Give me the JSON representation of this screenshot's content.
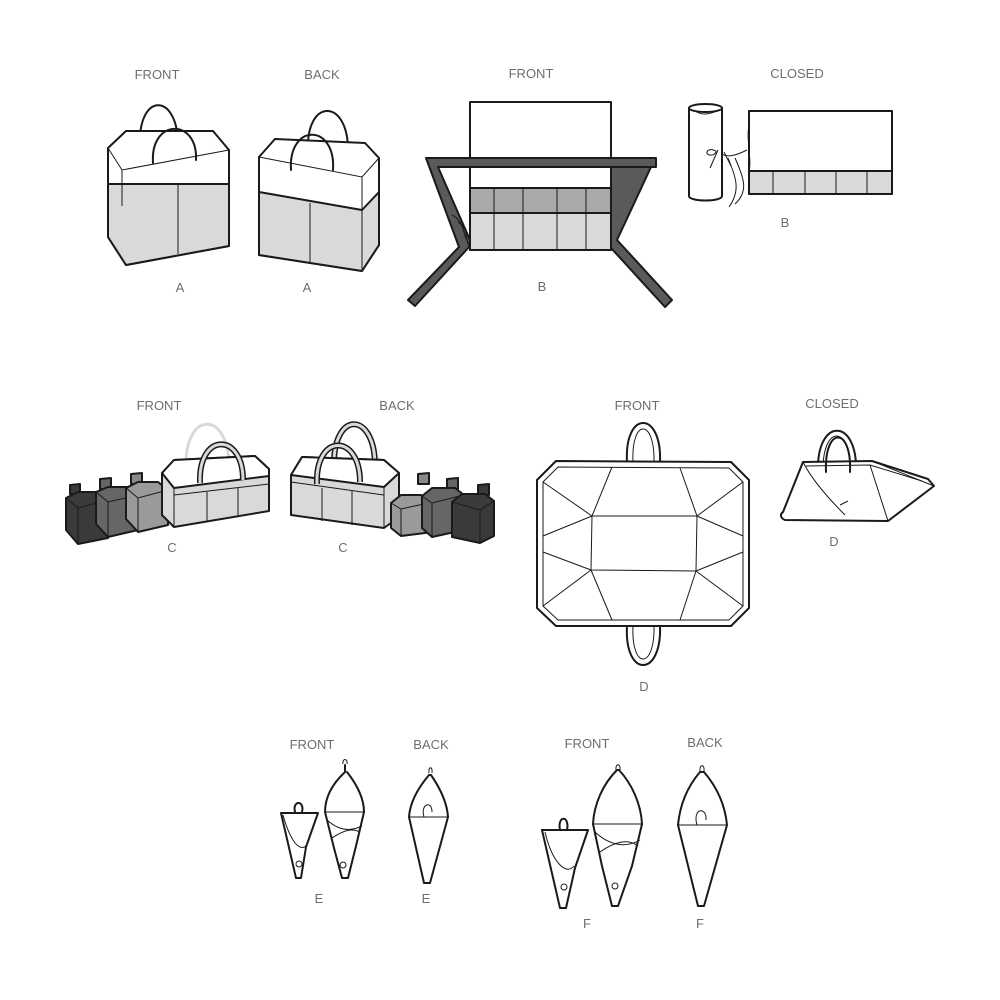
{
  "colors": {
    "light_fill": "#d9d9d9",
    "mid_fill": "#a9a9a9",
    "dark_fill": "#555555",
    "darkest_fill": "#3a3a3a",
    "line": "#1a1a1a",
    "label": "#6e6e6e"
  },
  "views": {
    "a_front": {
      "label": "FRONT",
      "letter": "A"
    },
    "a_back": {
      "label": "BACK",
      "letter": "A"
    },
    "b_front": {
      "label": "FRONT",
      "letter": "B"
    },
    "b_closed": {
      "label": "CLOSED",
      "letter": "B"
    },
    "c_front": {
      "label": "FRONT",
      "letter": "C"
    },
    "c_back": {
      "label": "BACK",
      "letter": "C"
    },
    "d_front": {
      "label": "FRONT",
      "letter": "D"
    },
    "d_closed": {
      "label": "CLOSED",
      "letter": "D"
    },
    "e_front": {
      "label": "FRONT",
      "letter": "E"
    },
    "e_back": {
      "label": "BACK",
      "letter": "E"
    },
    "f_front": {
      "label": "FRONT",
      "letter": "F"
    },
    "f_back": {
      "label": "BACK",
      "letter": "F"
    }
  }
}
